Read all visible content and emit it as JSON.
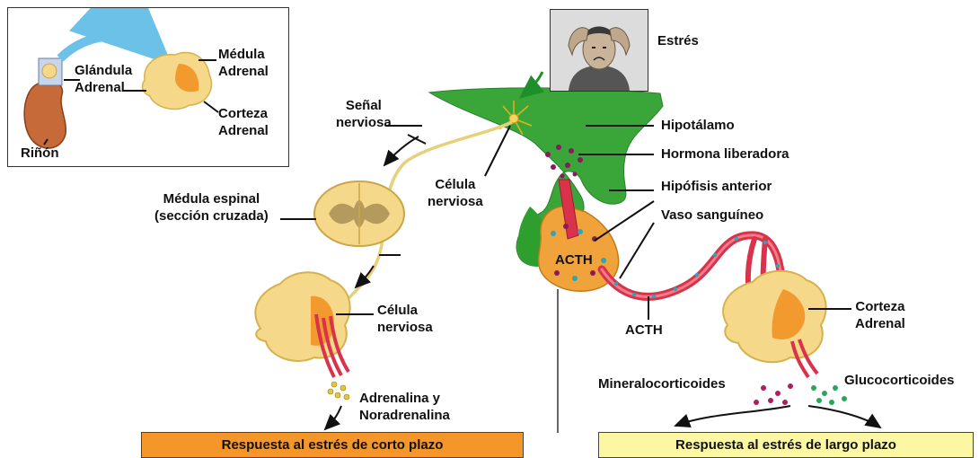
{
  "inset": {
    "gland_label": "Glándula\nAdrenal",
    "medulla_label": "Médula\nAdrenal",
    "cortex_label": "Corteza\nAdrenal",
    "kidney_label": "Riñón"
  },
  "stress_label": "Estrés",
  "labels": {
    "hypothalamus": "Hipotálamo",
    "releasing_hormone": "Hormona liberadora",
    "anterior_pituitary": "Hipófisis anterior",
    "blood_vessel": "Vaso sanguíneo",
    "acth_gland": "ACTH",
    "acth_vessel": "ACTH",
    "adrenal_cortex": "Corteza\nAdrenal",
    "mineralocorticoids": "Mineralocorticoides",
    "glucocorticoids": "Glucocorticoides",
    "nerve_signal": "Señal\nnerviosa",
    "nerve_cell_top": "Célula\nnerviosa",
    "spinal_cord": "Médula espinal\n(sección cruzada)",
    "nerve_cell_bottom": "Célula\nnerviosa",
    "adrenaline": "Adrenalina y\nNoradrenalina"
  },
  "responses": {
    "short_term": "Respuesta al estrés de corto plazo",
    "long_term": "Respuesta al estrés de largo plazo"
  },
  "colors": {
    "hypothalamus_green": "#2e9e2e",
    "vessel_red": "#d8334a",
    "adrenal_yellow": "#f5d889",
    "medulla_orange": "#f29a2e",
    "short_box": "#f4962a",
    "long_box": "#fbf7a2",
    "nerve_fiber": "#e8d07a"
  }
}
